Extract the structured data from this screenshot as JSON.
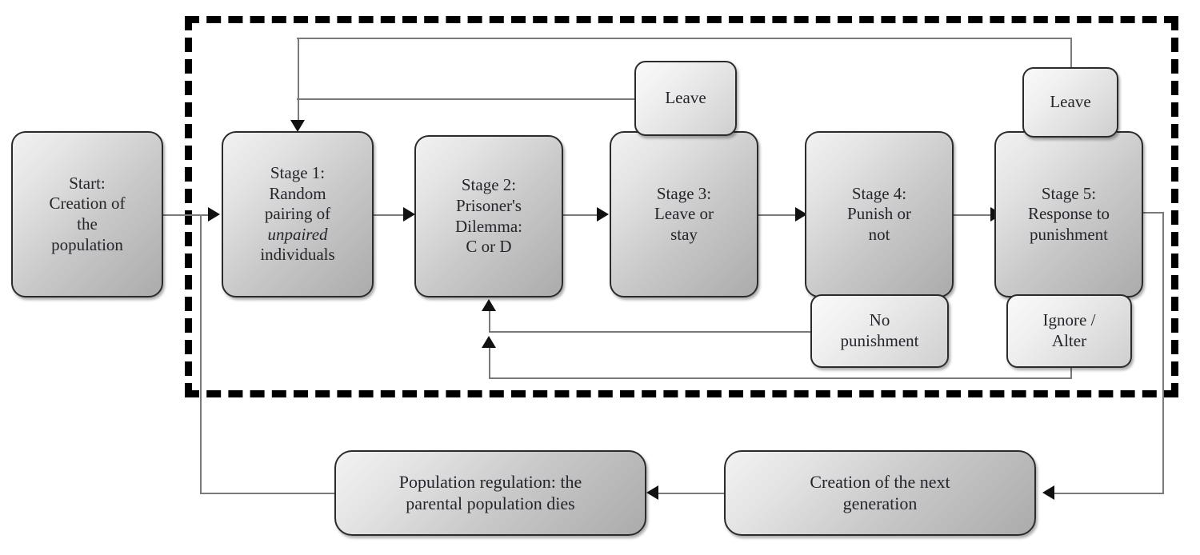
{
  "diagram": {
    "title": "Evolutionary simulation life-cycle flowchart",
    "stroke_color": "#7a7a7a",
    "arrow_color": "#111111",
    "node_border_color": "#2b2b2b",
    "dashed_border_color": "#000000"
  },
  "nodes": {
    "start": {
      "label": "Start:\nCreation of\nthe\npopulation"
    },
    "stage1": {
      "label_line1": "Stage 1:",
      "label_line2": "Random",
      "label_line3": "pairing of",
      "label_italic": "unpaired",
      "label_line5": "individuals"
    },
    "stage2": {
      "label": "Stage 2:\nPrisoner's\nDilemma:\nC or D"
    },
    "stage3": {
      "label": "Stage 3:\nLeave or\nstay"
    },
    "stage4": {
      "label": "Stage 4:\nPunish or\nnot"
    },
    "stage5": {
      "label": "Stage 5:\nResponse to\npunishment"
    },
    "leave_stage3": {
      "label": "Leave"
    },
    "leave_stage5": {
      "label": "Leave"
    },
    "no_punishment": {
      "label": "No\npunishment"
    },
    "ignore_alter": {
      "label": "Ignore /\nAlter"
    },
    "population_regulation": {
      "label": "Population regulation: the\nparental population dies"
    },
    "next_generation": {
      "label": "Creation of the next\ngeneration"
    }
  },
  "edges": [
    {
      "name": "start-to-stage1",
      "from": "start",
      "to": "stage1"
    },
    {
      "name": "stage1-to-stage2",
      "from": "stage1",
      "to": "stage2"
    },
    {
      "name": "stage2-to-stage3",
      "from": "stage2",
      "to": "stage3"
    },
    {
      "name": "stage3-to-stage4",
      "from": "stage3",
      "to": "stage4"
    },
    {
      "name": "stage4-to-stage5",
      "from": "stage4",
      "to": "stage5"
    },
    {
      "name": "leave-stage3-to-stage1",
      "from": "leave_stage3",
      "to": "stage1"
    },
    {
      "name": "leave-stage5-to-stage1",
      "from": "leave_stage5",
      "to": "stage1"
    },
    {
      "name": "no-punishment-to-stage2",
      "from": "no_punishment",
      "to": "stage2"
    },
    {
      "name": "ignore-alter-to-stage2",
      "from": "ignore_alter",
      "to": "stage2"
    },
    {
      "name": "stage5-to-next-generation",
      "from": "stage5",
      "to": "next_generation"
    },
    {
      "name": "next-generation-to-population-regulation",
      "from": "next_generation",
      "to": "population_regulation"
    },
    {
      "name": "population-regulation-to-stage1",
      "from": "population_regulation",
      "to": "stage1"
    }
  ]
}
